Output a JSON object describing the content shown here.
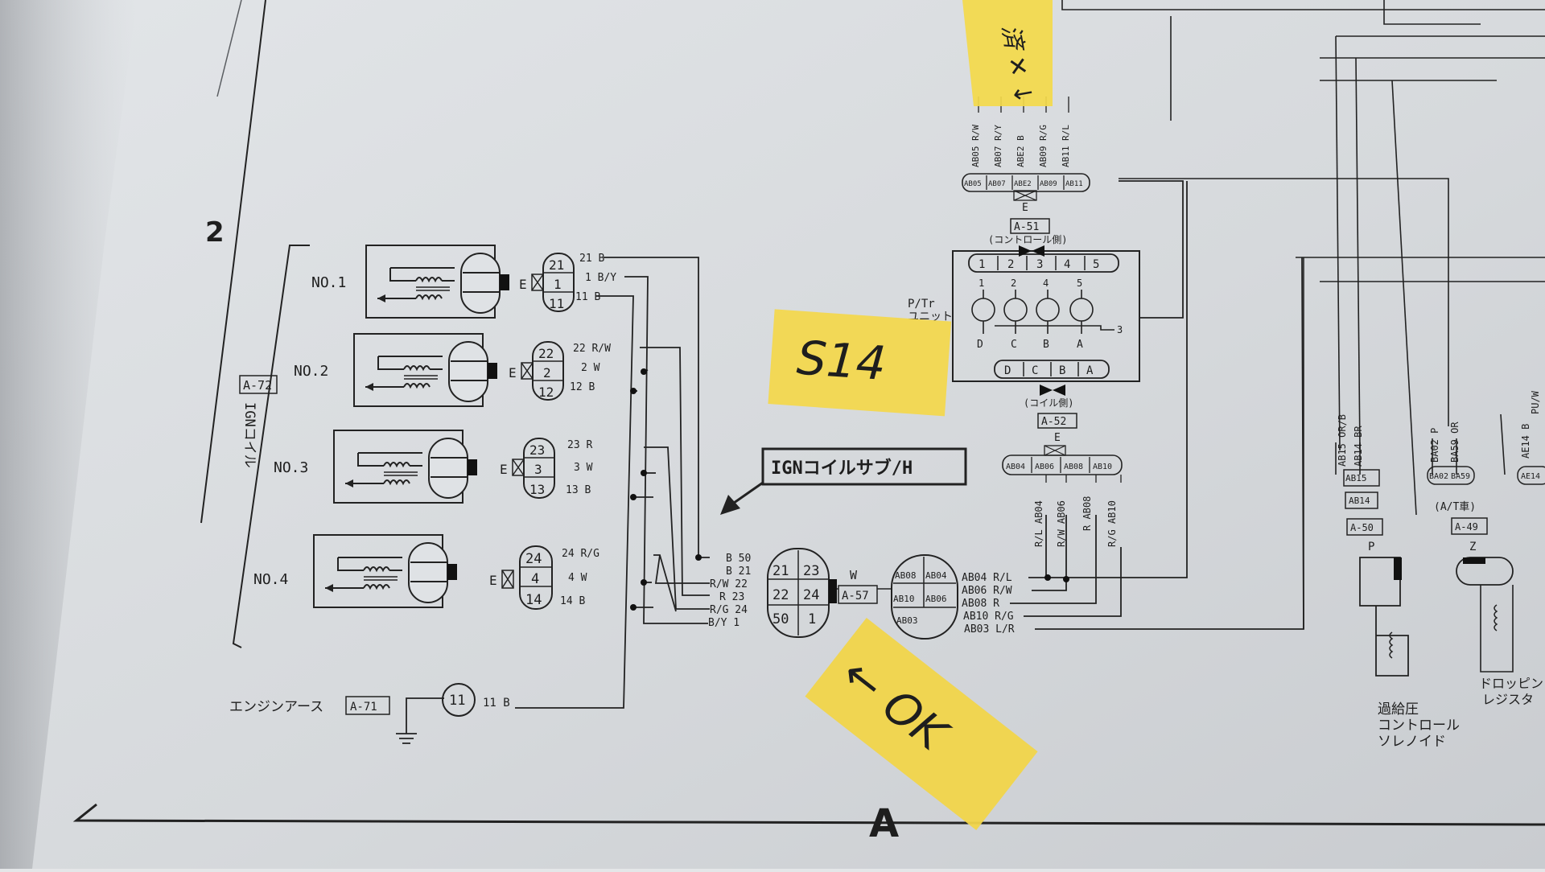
{
  "page": {
    "section_number": "2",
    "column_letter": "A"
  },
  "notes": {
    "model_note": "S14",
    "ok_note": "← OK",
    "top_tape_note": "済 ✕ ↓"
  },
  "ign_coil": {
    "connector_id": "A-72",
    "label": "IGNコイル",
    "earth_letter": "E",
    "coils": [
      {
        "name": "NO.1",
        "pins": [
          "21",
          "1",
          "11"
        ],
        "wires": [
          "21 B",
          "1 B/Y",
          "11 B"
        ]
      },
      {
        "name": "NO.2",
        "pins": [
          "22",
          "2",
          "12"
        ],
        "wires": [
          "22 R/W",
          "2 W",
          "12 B"
        ]
      },
      {
        "name": "NO.3",
        "pins": [
          "23",
          "3",
          "13"
        ],
        "wires": [
          "23 R",
          "3 W",
          "13 B"
        ]
      },
      {
        "name": "NO.4",
        "pins": [
          "24",
          "4",
          "14"
        ],
        "wires": [
          "24 R/G",
          "4 W",
          "14 B"
        ]
      }
    ]
  },
  "sub_harness": {
    "label": "IGNコイルサブ/H",
    "connector_id": "A-57",
    "wire_color": "W",
    "pins": [
      "21",
      "23",
      "22",
      "24",
      "50",
      "1"
    ],
    "left_wires": [
      "B 50",
      "B 21",
      "R/W 22",
      "R 23",
      "R/G 24",
      "B/Y 1"
    ]
  },
  "right_connector": {
    "pins": [
      "AB08",
      "AB04",
      "AB10",
      "AB06",
      "AB03"
    ],
    "wires": [
      "AB04 R/L",
      "AB06 R/W",
      "AB08 R",
      "AB10 R/G",
      "AB03 L/R"
    ]
  },
  "engine_earth": {
    "label": "エンジンアース",
    "connector_id": "A-71",
    "pin": "11",
    "wire": "11 B"
  },
  "power_transistor": {
    "label_line1": "P/Tr",
    "label_line2": "ユニット",
    "top_pins": [
      "1",
      "2",
      "3",
      "4",
      "5"
    ],
    "bottom_pins": [
      "D",
      "C",
      "B",
      "A"
    ],
    "transistor_labels_top": [
      "1",
      "2",
      "4",
      "5"
    ],
    "transistor_labels_bottom": [
      "D",
      "C",
      "B",
      "A"
    ],
    "common_pin": "3",
    "control_side_id": "A-51",
    "control_side_label": "(コントロール側)",
    "coil_side_id": "A-52",
    "coil_side_label": "(コイル側)",
    "e_top": "E",
    "e_bottom": "E",
    "upper_pins": [
      "AB05",
      "AB07",
      "ABE2",
      "AB09",
      "AB11"
    ],
    "upper_wires": [
      "AB05 R/W",
      "AB07 R/Y",
      "ABE2 B",
      "AB09 R/G",
      "AB11 R/L"
    ],
    "lower_pins": [
      "AB04",
      "AB06",
      "AB08",
      "AB10"
    ],
    "lower_wires": [
      "R/L AB04",
      "R/W AB06",
      "R AB08",
      "R/G AB10"
    ]
  },
  "boost_solenoid": {
    "connector_id": "A-50",
    "letter": "P",
    "pins": [
      "AB15",
      "AB14"
    ],
    "wires": [
      "AB15 OR/B",
      "AB14 BR"
    ],
    "label_lines": [
      "過給圧",
      "コントロール",
      "ソレノイド"
    ]
  },
  "dropping_resistor": {
    "connector_id": "A-49",
    "letter": "Z",
    "note": "(A/T車)",
    "pins": [
      "BA02",
      "BA59"
    ],
    "wires": [
      "BA02 P",
      "BA59 OR"
    ],
    "label_lines": [
      "ドロッピン",
      "レジスタ"
    ]
  },
  "edge_wire": {
    "pin": "AE14",
    "wires": [
      "AE14 B",
      "PU/W"
    ]
  }
}
